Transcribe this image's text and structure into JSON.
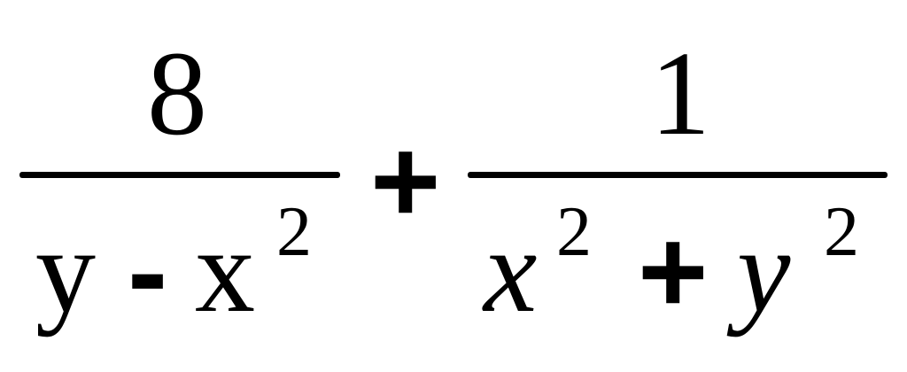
{
  "expression": {
    "term1": {
      "numerator": "8",
      "denominator": {
        "var_y": "y",
        "minus": "-",
        "var_x": "x",
        "exp": "2"
      }
    },
    "plus": "+",
    "term2": {
      "numerator": "1",
      "denominator": {
        "var_x": "x",
        "exp_x": "2",
        "plus": "+",
        "var_y": "y",
        "exp_y": "2"
      }
    }
  }
}
